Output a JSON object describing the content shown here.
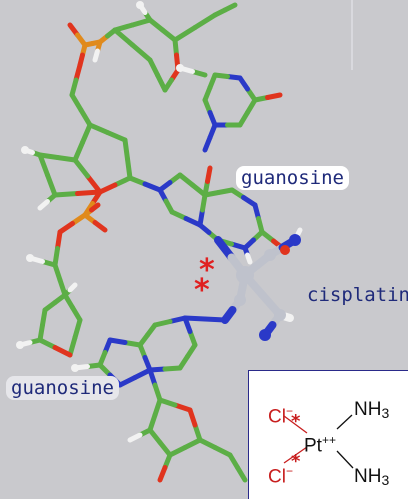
{
  "labels": {
    "guanosine_top": "guanosine",
    "guanosine_bottom": "guanosine",
    "cisplatin": "cisplatin",
    "star": "*"
  },
  "formula": {
    "cl": "Cl",
    "cl_charge": "−",
    "pt": "Pt",
    "pt_charge": "++",
    "nh": "NH",
    "three": "3",
    "star": "*"
  },
  "colors": {
    "background": "#c9c9cd",
    "carbon": "#5cae46",
    "nitrogen": "#2a39c8",
    "oxygen": "#e0341e",
    "phosphorus": "#e08a1c",
    "hydrogen": "#f2f2f2",
    "platinum": "#bfc2cc",
    "label_text": "#1f2a7a",
    "marker": "#e02020"
  }
}
